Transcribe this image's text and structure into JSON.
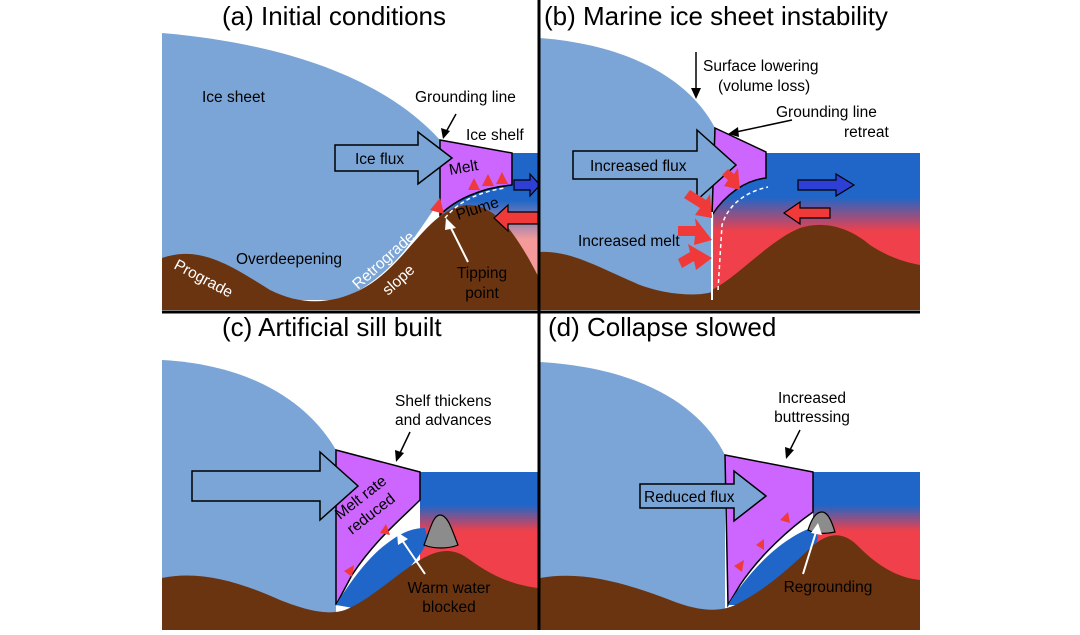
{
  "panels": {
    "a": {
      "title": "(a) Initial conditions",
      "ice_sheet": "Ice sheet",
      "grounding_line": "Grounding line",
      "ice_shelf": "Ice shelf",
      "ice_flux": "Ice flux",
      "melt": "Melt",
      "plume": "Plume",
      "overdeepening": "Overdeepening",
      "prograde": "Prograde",
      "retrograde_1": "Retrograde",
      "retrograde_2": "slope",
      "tipping_1": "Tipping",
      "tipping_2": "point"
    },
    "b": {
      "title": "(b) Marine ice sheet instability",
      "surface_1": "Surface lowering",
      "surface_2": "(volume loss)",
      "gl_retreat_1": "Grounding line",
      "gl_retreat_2": "retreat",
      "increased_flux": "Increased flux",
      "increased_melt": "Increased melt"
    },
    "c": {
      "title": "(c) Artificial sill built",
      "shelf_1": "Shelf thickens",
      "shelf_2": "and advances",
      "melt_rate_1": "Melt rate",
      "melt_rate_2": "reduced",
      "warm_1": "Warm water",
      "warm_2": "blocked"
    },
    "d": {
      "title": "(d) Collapse slowed",
      "buttress_1": "Increased",
      "buttress_2": "buttressing",
      "reduced_flux": "Reduced flux",
      "regrounding": "Regrounding"
    }
  },
  "colors": {
    "ice": "#7aa5d6",
    "shelf": "#cc66ff",
    "bed": "#6b3410",
    "ocean_cold": "#1f66c8",
    "ocean_warm": "#f0404b",
    "ocean_warm_light": "#f59a9a",
    "sill": "#8c8c8c",
    "arrow_red": "#f03a3a",
    "arrow_blue": "#2e3fd6",
    "divider": "#000000"
  }
}
